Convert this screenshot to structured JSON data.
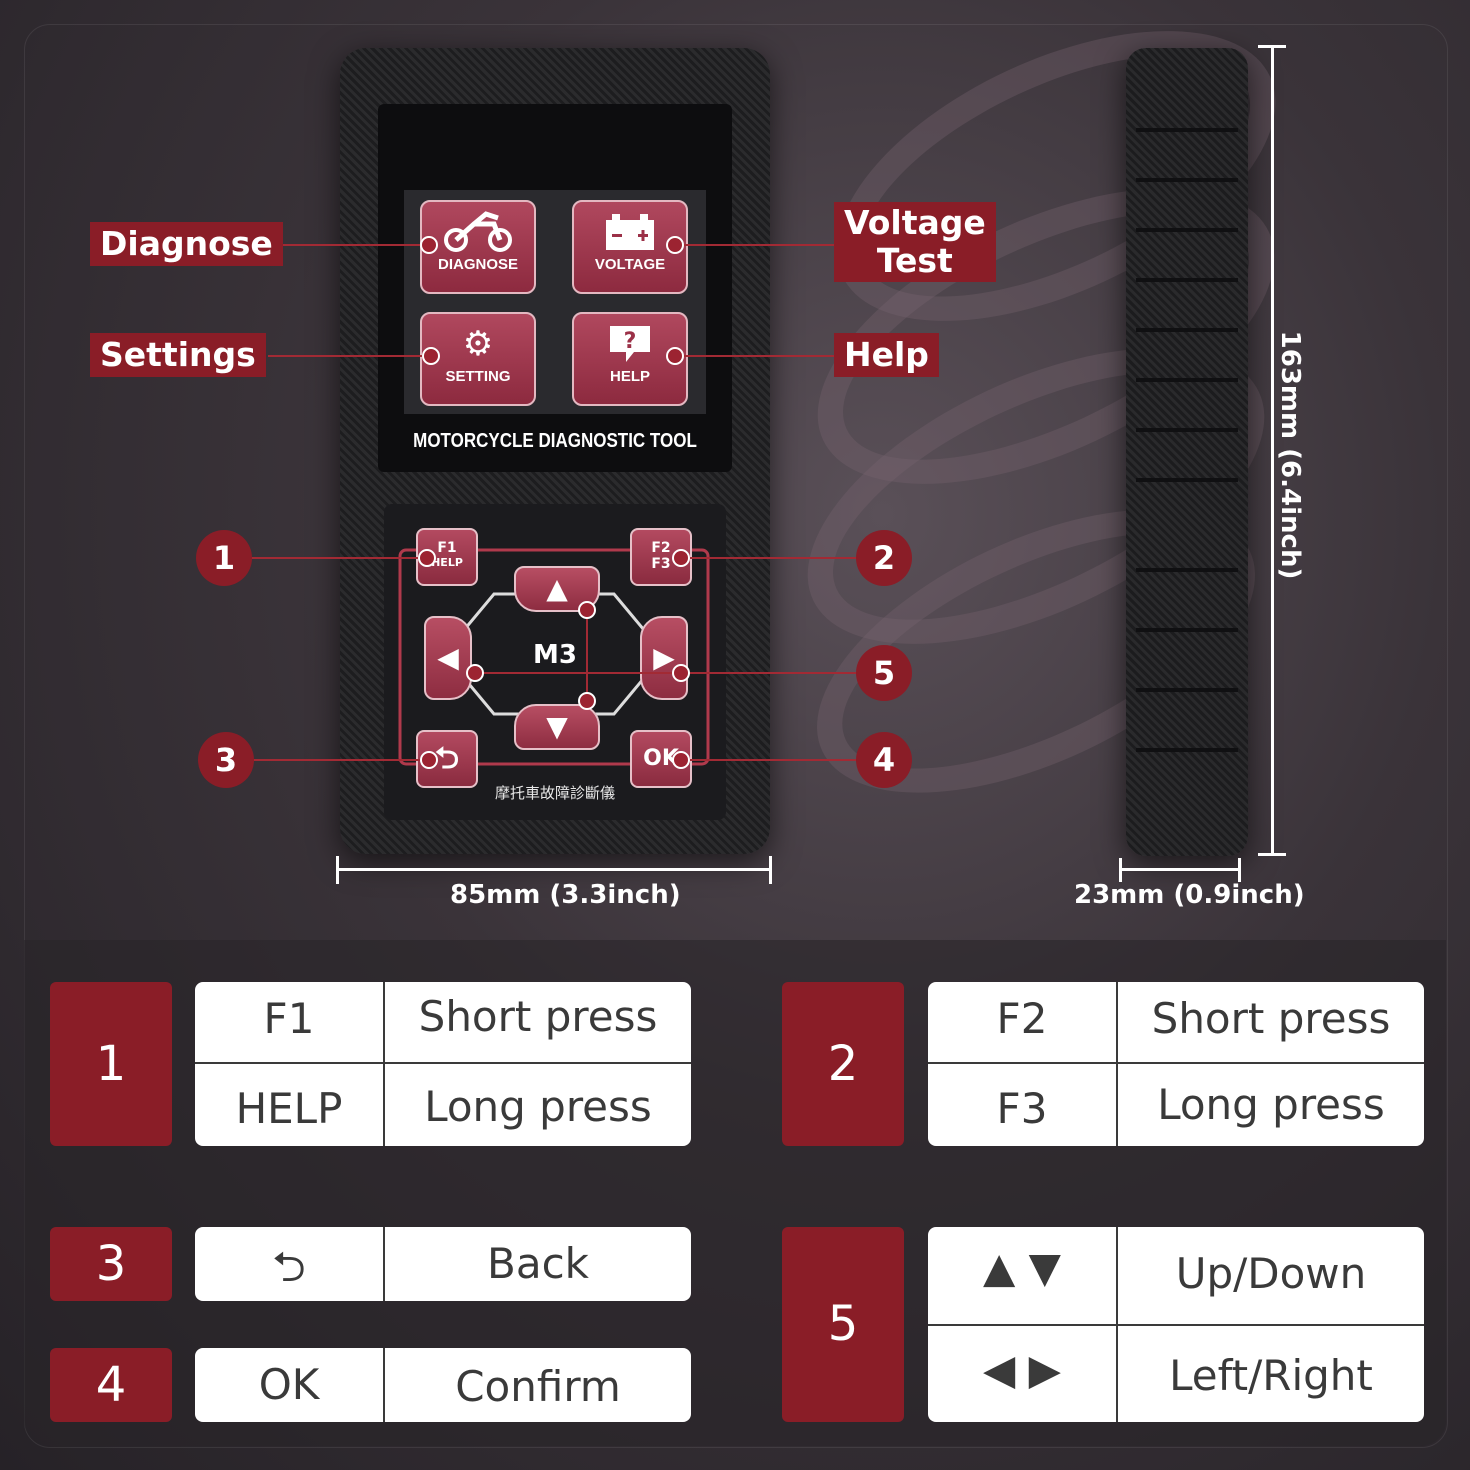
{
  "device_screen": {
    "tiles": [
      {
        "label": "DIAGNOSE",
        "icon": "motorcycle-icon"
      },
      {
        "label": "VOLTAGE",
        "icon": "battery-icon"
      },
      {
        "label": "SETTING",
        "icon": "gear-icon"
      },
      {
        "label": "HELP",
        "icon": "question-icon"
      }
    ],
    "title": "MOTORCYCLE DIAGNOSTIC TOOL"
  },
  "keypad": {
    "f1_top": "F1",
    "f1_bottom": "HELP",
    "f2_top": "F2",
    "f2_bottom": "F3",
    "brand": "M3",
    "ok": "OK",
    "chinese_label": "摩托車故障診斷儀"
  },
  "callouts": {
    "diagnose": "Diagnose",
    "settings": "Settings",
    "voltage_line1": "Voltage",
    "voltage_line2": "Test",
    "help": "Help"
  },
  "numbers": [
    "1",
    "2",
    "3",
    "4",
    "5"
  ],
  "dimensions": {
    "width": "85mm (3.3inch)",
    "height": "163mm (6.4inch)",
    "depth": "23mm (0.9inch)"
  },
  "legend": {
    "g1": {
      "num": "1",
      "r1": [
        "F1",
        "Short press"
      ],
      "r2": [
        "HELP",
        "Long press"
      ]
    },
    "g2": {
      "num": "2",
      "r1": [
        "F2",
        "Short press"
      ],
      "r2": [
        "F3",
        "Long press"
      ]
    },
    "g3": {
      "num": "3",
      "label": "Back"
    },
    "g4": {
      "num": "4",
      "key": "OK",
      "label": "Confirm"
    },
    "g5": {
      "num": "5",
      "r1": "Up/Down",
      "r2": "Left/Right"
    }
  },
  "colors": {
    "accent": "#8a1d27",
    "tile": "#a23b52"
  }
}
